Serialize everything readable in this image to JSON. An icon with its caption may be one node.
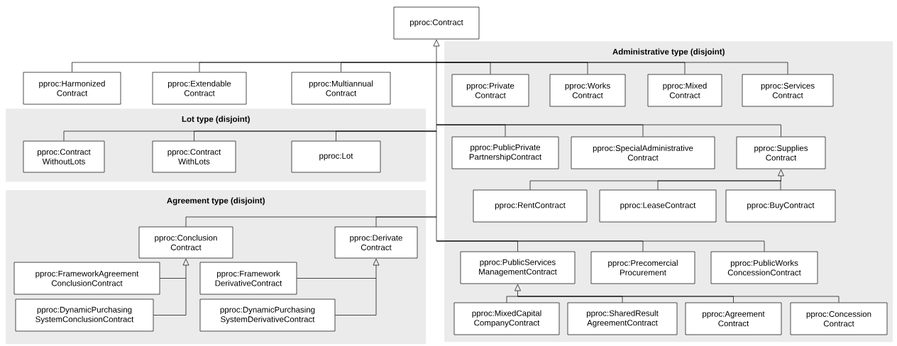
{
  "diagram": {
    "nodes": [
      {
        "text": [
          "pproc:Contract"
        ]
      },
      {
        "text": [
          "pproc:Harmonized Contract"
        ]
      },
      {
        "text": [
          "pproc:Extendable Contract"
        ]
      },
      {
        "text": [
          "pproc:Multiannual Contract"
        ]
      },
      {
        "text": [
          "Lot type (disjoint)"
        ]
      },
      {
        "text": [
          "pproc:Contract WithoutLots"
        ],
        "in": 4
      },
      {
        "text": [
          "pproc:Contract WithLots"
        ],
        "in": 4
      },
      {
        "text": [
          "pproc:Lot"
        ],
        "in": 4
      },
      {
        "text": [
          "Agreement type (disjoint)"
        ]
      },
      {
        "text": [
          "pproc:Conclusion Contract"
        ],
        "in": 8
      },
      {
        "text": [
          "pproc:Derivate Contract"
        ],
        "in": 8
      },
      {
        "text": [
          "pproc:FrameworkAgreement ConclusionContract"
        ],
        "in": 8
      },
      {
        "text": [
          "pproc:Framework DerivativeContract"
        ],
        "in": 8
      },
      {
        "text": [
          "pproc:DynamicPurchasing SystemConclusionContract"
        ],
        "in": 8
      },
      {
        "text": [
          "pproc:DynamicPurchasing SystemDerivativeContract"
        ],
        "in": 8
      },
      {
        "text": [
          "Administrative type (disjoint)"
        ]
      },
      {
        "text": [
          "pproc:Private Contract"
        ],
        "in": 15
      },
      {
        "text": [
          "pproc:Works Contract"
        ],
        "in": 15
      },
      {
        "text": [
          "pproc:Mixed Contract"
        ],
        "in": 15
      },
      {
        "text": [
          "pproc:Services Contract"
        ],
        "in": 15
      },
      {
        "text": [
          "pproc:PublicPrivate PartnershipContract"
        ],
        "in": 15
      },
      {
        "text": [
          "pproc:SpecialAdministrative Contract"
        ],
        "in": 15
      },
      {
        "text": [
          "pproc:Supplies Contract"
        ],
        "in": 15
      },
      {
        "text": [
          "pproc:RentContract"
        ],
        "in": 15
      },
      {
        "text": [
          "pproc:LeaseContract"
        ],
        "in": 15
      },
      {
        "text": [
          "pproc:BuyContract"
        ],
        "in": 15
      },
      {
        "text": [
          "pproc:PublicServices ManagementContract"
        ],
        "in": 15
      },
      {
        "text": [
          "pproc:Precomercial Procurement"
        ],
        "in": 15
      },
      {
        "text": [
          "pproc:PublicWorks ConcessionContract"
        ],
        "in": 15
      },
      {
        "text": [
          "pproc:MixedCapital CompanyContract"
        ],
        "in": 15
      },
      {
        "text": [
          "pproc:SharedResult AgreementContract"
        ],
        "in": 15
      },
      {
        "text": [
          "pproc:Agreement Contract"
        ],
        "in": 15
      },
      {
        "text": [
          "pproc:Concession Contract"
        ],
        "in": 15
      }
    ],
    "edges": [
      {
        "from": 1,
        "to": 0,
        "arrow": "to"
      },
      {
        "from": 2,
        "to": 0,
        "arrow": "to"
      },
      {
        "from": 3,
        "to": 0,
        "arrow": "to"
      },
      {
        "from": 5,
        "to": 0,
        "arrow": "to"
      },
      {
        "from": 6,
        "to": 0,
        "arrow": "to"
      },
      {
        "from": 7,
        "to": 0,
        "arrow": "to"
      },
      {
        "from": 9,
        "to": 0,
        "arrow": "to"
      },
      {
        "from": 10,
        "to": 0,
        "arrow": "to"
      },
      {
        "from": 11,
        "to": 9,
        "arrow": "to"
      },
      {
        "from": 13,
        "to": 9,
        "arrow": "to"
      },
      {
        "from": 12,
        "to": 10,
        "arrow": "to"
      },
      {
        "from": 14,
        "to": 10,
        "arrow": "to"
      },
      {
        "from": 16,
        "to": 0,
        "arrow": "to"
      },
      {
        "from": 17,
        "to": 0,
        "arrow": "to"
      },
      {
        "from": 18,
        "to": 0,
        "arrow": "to"
      },
      {
        "from": 19,
        "to": 0,
        "arrow": "to"
      },
      {
        "from": 20,
        "to": 0,
        "arrow": "to"
      },
      {
        "from": 21,
        "to": 0,
        "arrow": "to"
      },
      {
        "from": 22,
        "to": 0,
        "arrow": "to"
      },
      {
        "from": 23,
        "to": 22,
        "arrow": "to"
      },
      {
        "from": 24,
        "to": 22,
        "arrow": "to"
      },
      {
        "from": 25,
        "to": 22,
        "arrow": "to"
      },
      {
        "from": 26,
        "to": 0,
        "arrow": "to"
      },
      {
        "from": 27,
        "to": 0,
        "arrow": "to"
      },
      {
        "from": 28,
        "to": 0,
        "arrow": "to"
      },
      {
        "from": 29,
        "to": 26,
        "arrow": "to"
      },
      {
        "from": 30,
        "to": 26,
        "arrow": "to"
      },
      {
        "from": 31,
        "to": 26,
        "arrow": "to"
      },
      {
        "from": 32,
        "to": 26,
        "arrow": "to"
      }
    ]
  }
}
